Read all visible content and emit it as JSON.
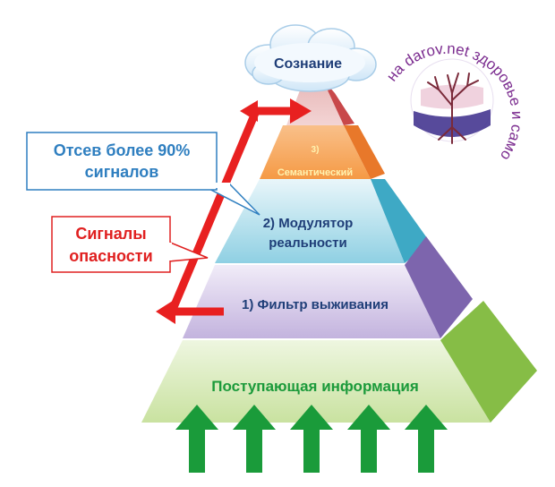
{
  "top": {
    "label": "Сознание"
  },
  "levels": [
    {
      "id": "semantic",
      "label_number": "3)",
      "label": "Семантический",
      "color": "#f7a14a"
    },
    {
      "id": "modulator",
      "line1": "2) Модулятор",
      "line2": "реальности",
      "color": "#6cc0d8"
    },
    {
      "id": "filter",
      "label": "1) Фильтр выживания",
      "color": "#b9a6d6"
    },
    {
      "id": "input",
      "label": "Поступающая информация",
      "color": "#cfe3a8"
    }
  ],
  "callouts": {
    "filtering": {
      "line1": "Отсев более 90%",
      "line2": "сигналов",
      "color": "#2f7fc0"
    },
    "danger": {
      "line1": "Сигналы",
      "line2": "опасности",
      "color": "#e02020"
    }
  },
  "watermark": {
    "text": "на darov.net здоровье и саморазвитие",
    "color": "#7b2c8f"
  },
  "arrows": {
    "count": 5,
    "color": "#1a9b3a"
  }
}
